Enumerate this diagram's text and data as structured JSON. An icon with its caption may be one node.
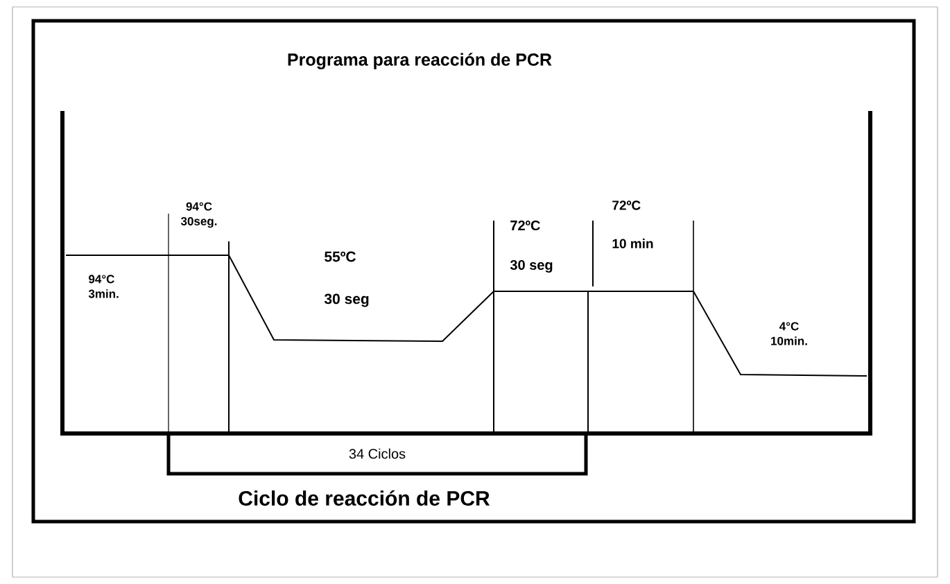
{
  "diagram": {
    "title": "Programa para reacción de PCR",
    "caption": "Ciclo de reacción de PCR",
    "nodes": [
      {
        "text": [
          "34 Ciclos"
        ]
      }
    ],
    "labels": [
      "94°C 3min.",
      "94°C 30seg.",
      "55ºC",
      "30 seg",
      "72ºC",
      "30 seg",
      "72ºC",
      "10 min",
      "4°C 10min."
    ]
  }
}
